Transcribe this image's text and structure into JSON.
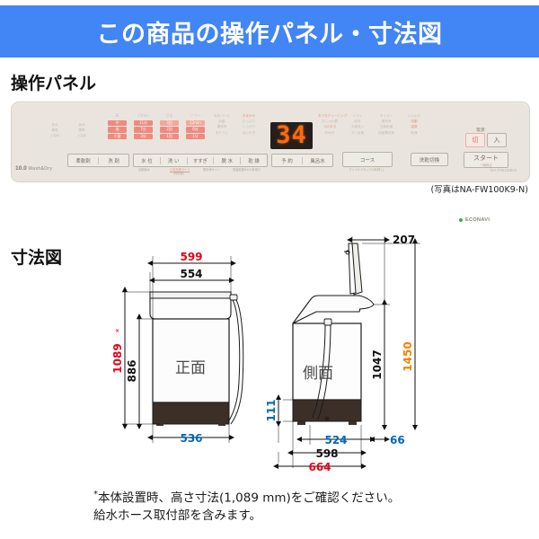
{
  "banner": {
    "title": "この商品の操作パネル・寸法図",
    "bg": "#4285f4"
  },
  "sections": {
    "panel_heading": "操作パネル",
    "dimension_heading": "寸法図"
  },
  "control_panel": {
    "capacity_number": "10.0",
    "capacity_text": "Wash&Dry",
    "display_value": "34",
    "display_color": "#ff6a10",
    "econavi_label": "ECONAVI",
    "econavi_led_color": "#36b44a",
    "power_label": "電源",
    "power_off": "切",
    "power_on": "入",
    "start_label": "スタート",
    "start_sub": "一時停止",
    "course_button": "コース",
    "course_sub": "チャイルドロック(3秒押し)",
    "wash_dry_switch": "洗乾切換",
    "model_no": "NA-FW100K9",
    "photo_note": "(写真はNA-FW100K9-N)",
    "button_strip_left": [
      "柔軟剤",
      "洗 剤"
    ],
    "button_strip_mid": [
      "水 位",
      "洗 い",
      "すすぎ",
      "脱 水",
      "乾 燥"
    ],
    "button_strip_mid_subs": [
      "自動給水",
      "少量洗濯ガイド",
      "槽洗浄サイン",
      "低温乾燥/ECO/省電力"
    ],
    "button_strip_mid_sub2": "(洗剤量)",
    "button_strip_reserve": [
      "予 約",
      "風呂水"
    ],
    "matrix_left_labels": [
      [
        "多め",
        "標準",
        "少なめ"
      ],
      [
        "多め",
        "標準",
        "少なめ"
      ]
    ],
    "matrix_headers": [
      "高",
      "15min",
      "注水",
      "ソフト",
      "毛布コース",
      "おうち",
      "おそうじ"
    ],
    "matrix_rows": [
      [
        "中",
        "11分",
        "3回",
        "12min"
      ],
      [
        "低",
        "7分",
        "2回",
        "6分"
      ],
      [
        "少量",
        "3分",
        "1回",
        "1分"
      ]
    ],
    "right_labels": [
      [
        "毛布コース",
        "自動",
        "槽洗浄",
        "おそうじ"
      ],
      [
        "おまかせ",
        "たっぷり",
        "しっかり",
        "おいそぎ"
      ],
      [
        "おうちクリーニング",
        "おしゃれ着",
        "つけおき",
        "約90分"
      ],
      [
        "ドライ",
        "毛布",
        "大物洗い",
        "ダニ対策"
      ],
      [
        "タイマー",
        "槽洗浄",
        "送風乾燥",
        "自動槽洗浄"
      ],
      [
        "ふんわり",
        "自動",
        "温風",
        "乾燥"
      ]
    ]
  },
  "dimensions": {
    "front_view_label": "正面",
    "side_view_label": "側面",
    "front": {
      "width_outer": "599",
      "width_inner": "554",
      "height_total": "1089",
      "height_body": "886",
      "base_width": "536"
    },
    "side": {
      "top_depth": "207",
      "height_mid": "1047",
      "height_total": "1450",
      "base_height": "111",
      "base_depth": "524",
      "body_depth": "598",
      "total_depth": "664",
      "hose_offset": "66"
    },
    "colors": {
      "red": "#e3001b",
      "blue": "#0068b7",
      "orange": "#f08300",
      "black": "#111111"
    }
  },
  "footnote": {
    "line1": "本体設置時、高さ寸法(1,089 mm)をご確認ください。",
    "line2": "給水ホース取付部を含みます。",
    "asterisk": "*"
  }
}
